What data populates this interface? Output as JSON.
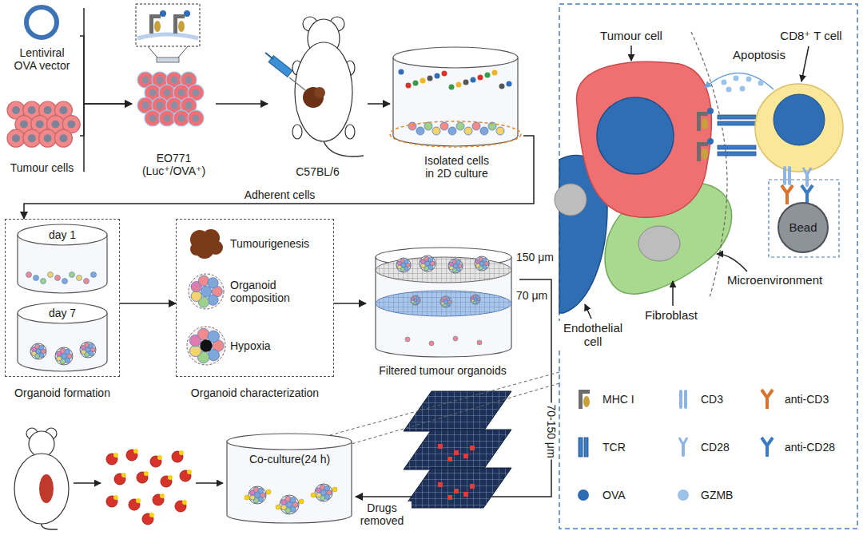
{
  "diagram": {
    "nodes": [
      {
        "text": [
          "Lentiviral OVA vector"
        ]
      },
      {
        "text": [
          "Tumour cells"
        ]
      },
      {
        "text": [
          "EO771 (Luc⁺/OVA⁺)"
        ]
      },
      {
        "text": [
          "C57BL/6"
        ]
      },
      {
        "text": [
          "Isolated cells in 2D culture"
        ]
      },
      {
        "text": [
          "Organoid formation"
        ]
      },
      {
        "text": [
          "day 1"
        ],
        "in": 5
      },
      {
        "text": [
          "day 7"
        ],
        "in": 5
      },
      {
        "text": [
          "Organoid characterization"
        ]
      },
      {
        "text": [
          "Tumourigenesis"
        ],
        "in": 8
      },
      {
        "text": [
          "Organoid composition"
        ],
        "in": 8
      },
      {
        "text": [
          "Hypoxia"
        ],
        "in": 8
      },
      {
        "text": [
          "Filtered tumour organoids"
        ]
      },
      {
        "text": [
          "Co-culture(24 h)"
        ]
      },
      {
        "text": [
          "Bead"
        ]
      }
    ],
    "edges": [
      {
        "from": 0,
        "to": 2,
        "arrow": "to"
      },
      {
        "from": 1,
        "to": 2,
        "arrow": "to"
      },
      {
        "from": 2,
        "to": 3,
        "arrow": "to"
      },
      {
        "from": 3,
        "to": 4,
        "arrow": "to"
      },
      {
        "from": 4,
        "to": 5,
        "label": "Adherent cells",
        "arrow": "to"
      },
      {
        "from": 5,
        "to": 8,
        "arrow": "to"
      },
      {
        "from": 8,
        "to": 12,
        "arrow": "to"
      },
      {
        "from": 12,
        "to": 13,
        "label": "Drugs removed",
        "arrow": "to"
      }
    ],
    "labels": [
      "150 μm",
      "70 μm",
      "70-150 μm",
      "Tumour cell",
      "CD8⁺ T cell",
      "Apoptosis",
      "Microenvironment",
      "Endothelial cell",
      "Fibroblast"
    ],
    "legend": [
      {
        "text": "MHC I"
      },
      {
        "text": "CD3"
      },
      {
        "text": "anti-CD3"
      },
      {
        "text": "TCR"
      },
      {
        "text": "CD28"
      },
      {
        "text": "anti-CD28"
      },
      {
        "text": "OVA",
        "color": "#2e6db4"
      },
      {
        "text": "GZMB",
        "color": "#9cc2ea"
      }
    ]
  }
}
